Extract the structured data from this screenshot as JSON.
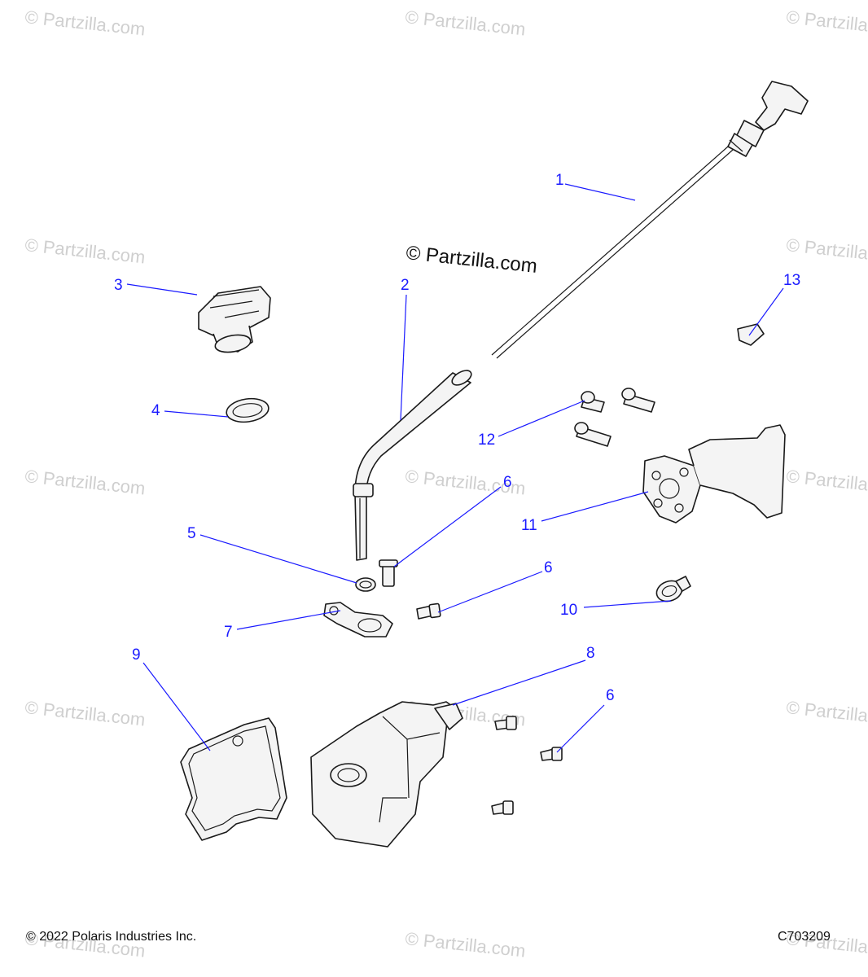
{
  "watermark": "© Partzilla.com",
  "center_watermark": "© Partzilla.com",
  "callouts": {
    "c1": "1",
    "c2": "2",
    "c3": "3",
    "c4": "4",
    "c5": "5",
    "c6a": "6",
    "c6b": "6",
    "c6c": "6",
    "c7": "7",
    "c8": "8",
    "c9": "9",
    "c10": "10",
    "c11": "11",
    "c12": "12",
    "c13": "13"
  },
  "footer": {
    "copyright": "© 2022 Polaris Industries Inc.",
    "figure_id": "C703209"
  },
  "colors": {
    "callout": "#1a1aff",
    "linework": "#1a1a1a",
    "watermark": "#cfcfcf"
  }
}
